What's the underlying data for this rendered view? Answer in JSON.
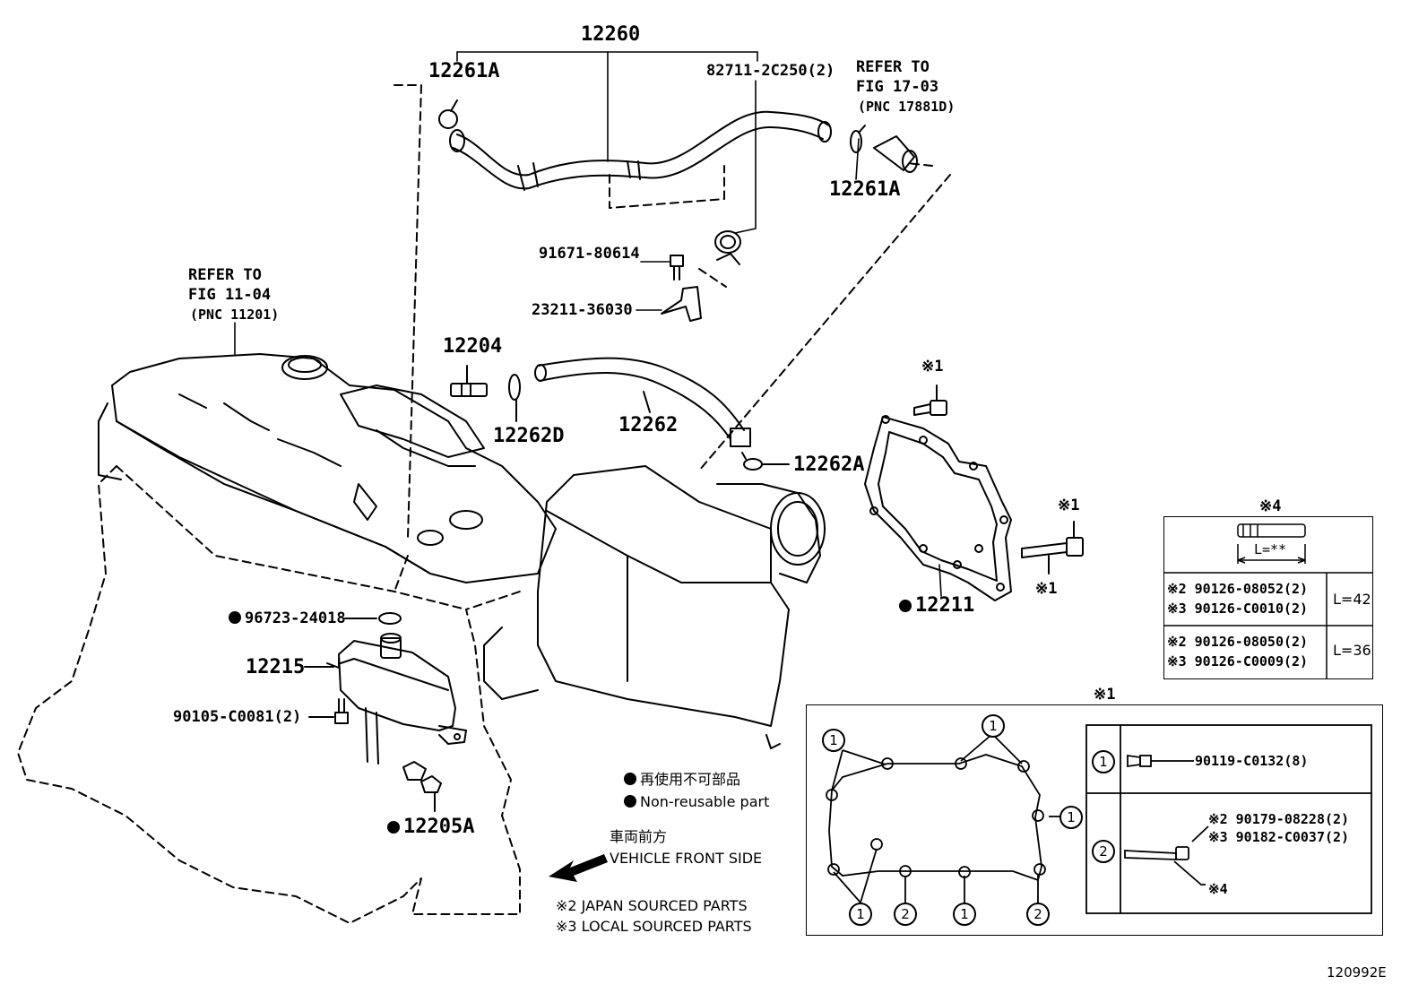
{
  "labels": {
    "hose_assy": "12260",
    "clamp_left": "12261A",
    "clip": "82711-2C250(2)",
    "refer_fig17_line1": "REFER TO",
    "refer_fig17_line2": "FIG 17-03",
    "refer_fig17_line3": "(PNC 17881D)",
    "clamp_right": "12261A",
    "bolt_91671": "91671-80614",
    "bracket_23211": "23211-36030",
    "refer_fig11_line1": "REFER TO",
    "refer_fig11_line2": "FIG 11-04",
    "refer_fig11_line3": "(PNC 11201)",
    "valve_12204": "12204",
    "clamp_12262d": "12262D",
    "hose_12262": "12262",
    "clamp_12262a": "12262A",
    "mark1_bolt": "※1",
    "mark1_stud": "※1",
    "mark1_stud_b": "※1",
    "gasket_12211": "12211",
    "oring_96723": "96723-24018",
    "separator_12215": "12215",
    "bolt_90105": "90105-C0081(2)",
    "grommet_12205a": "12205A",
    "diagram_code": "120992E"
  },
  "legend": {
    "jp_nonreusable": "再使用不可部品",
    "en_nonreusable": "Non-reusable part",
    "jp_front": "車両前方",
    "en_front": "VEHICLE FRONT SIDE",
    "japan_sourced": "※2 JAPAN SOURCED PARTS",
    "local_sourced": "※3 LOCAL SOURCED PARTS"
  },
  "table4": {
    "title": "※4",
    "dim_label": "L=**",
    "rows": [
      {
        "line1": "※2 90126-08052(2)",
        "line2": "※3 90126-C0010(2)",
        "length": "L=42"
      },
      {
        "line1": "※2 90126-08050(2)",
        "line2": "※3 90126-C0009(2)",
        "length": "L=36"
      }
    ]
  },
  "inset1": {
    "title": "※1",
    "circle_one": "1",
    "circle_two": "2",
    "row1_part": "90119-C0132(8)",
    "row2_part_a": "※2 90179-08228(2)",
    "row2_part_b": "※3 90182-C0037(2)",
    "row2_callout": "※4"
  }
}
